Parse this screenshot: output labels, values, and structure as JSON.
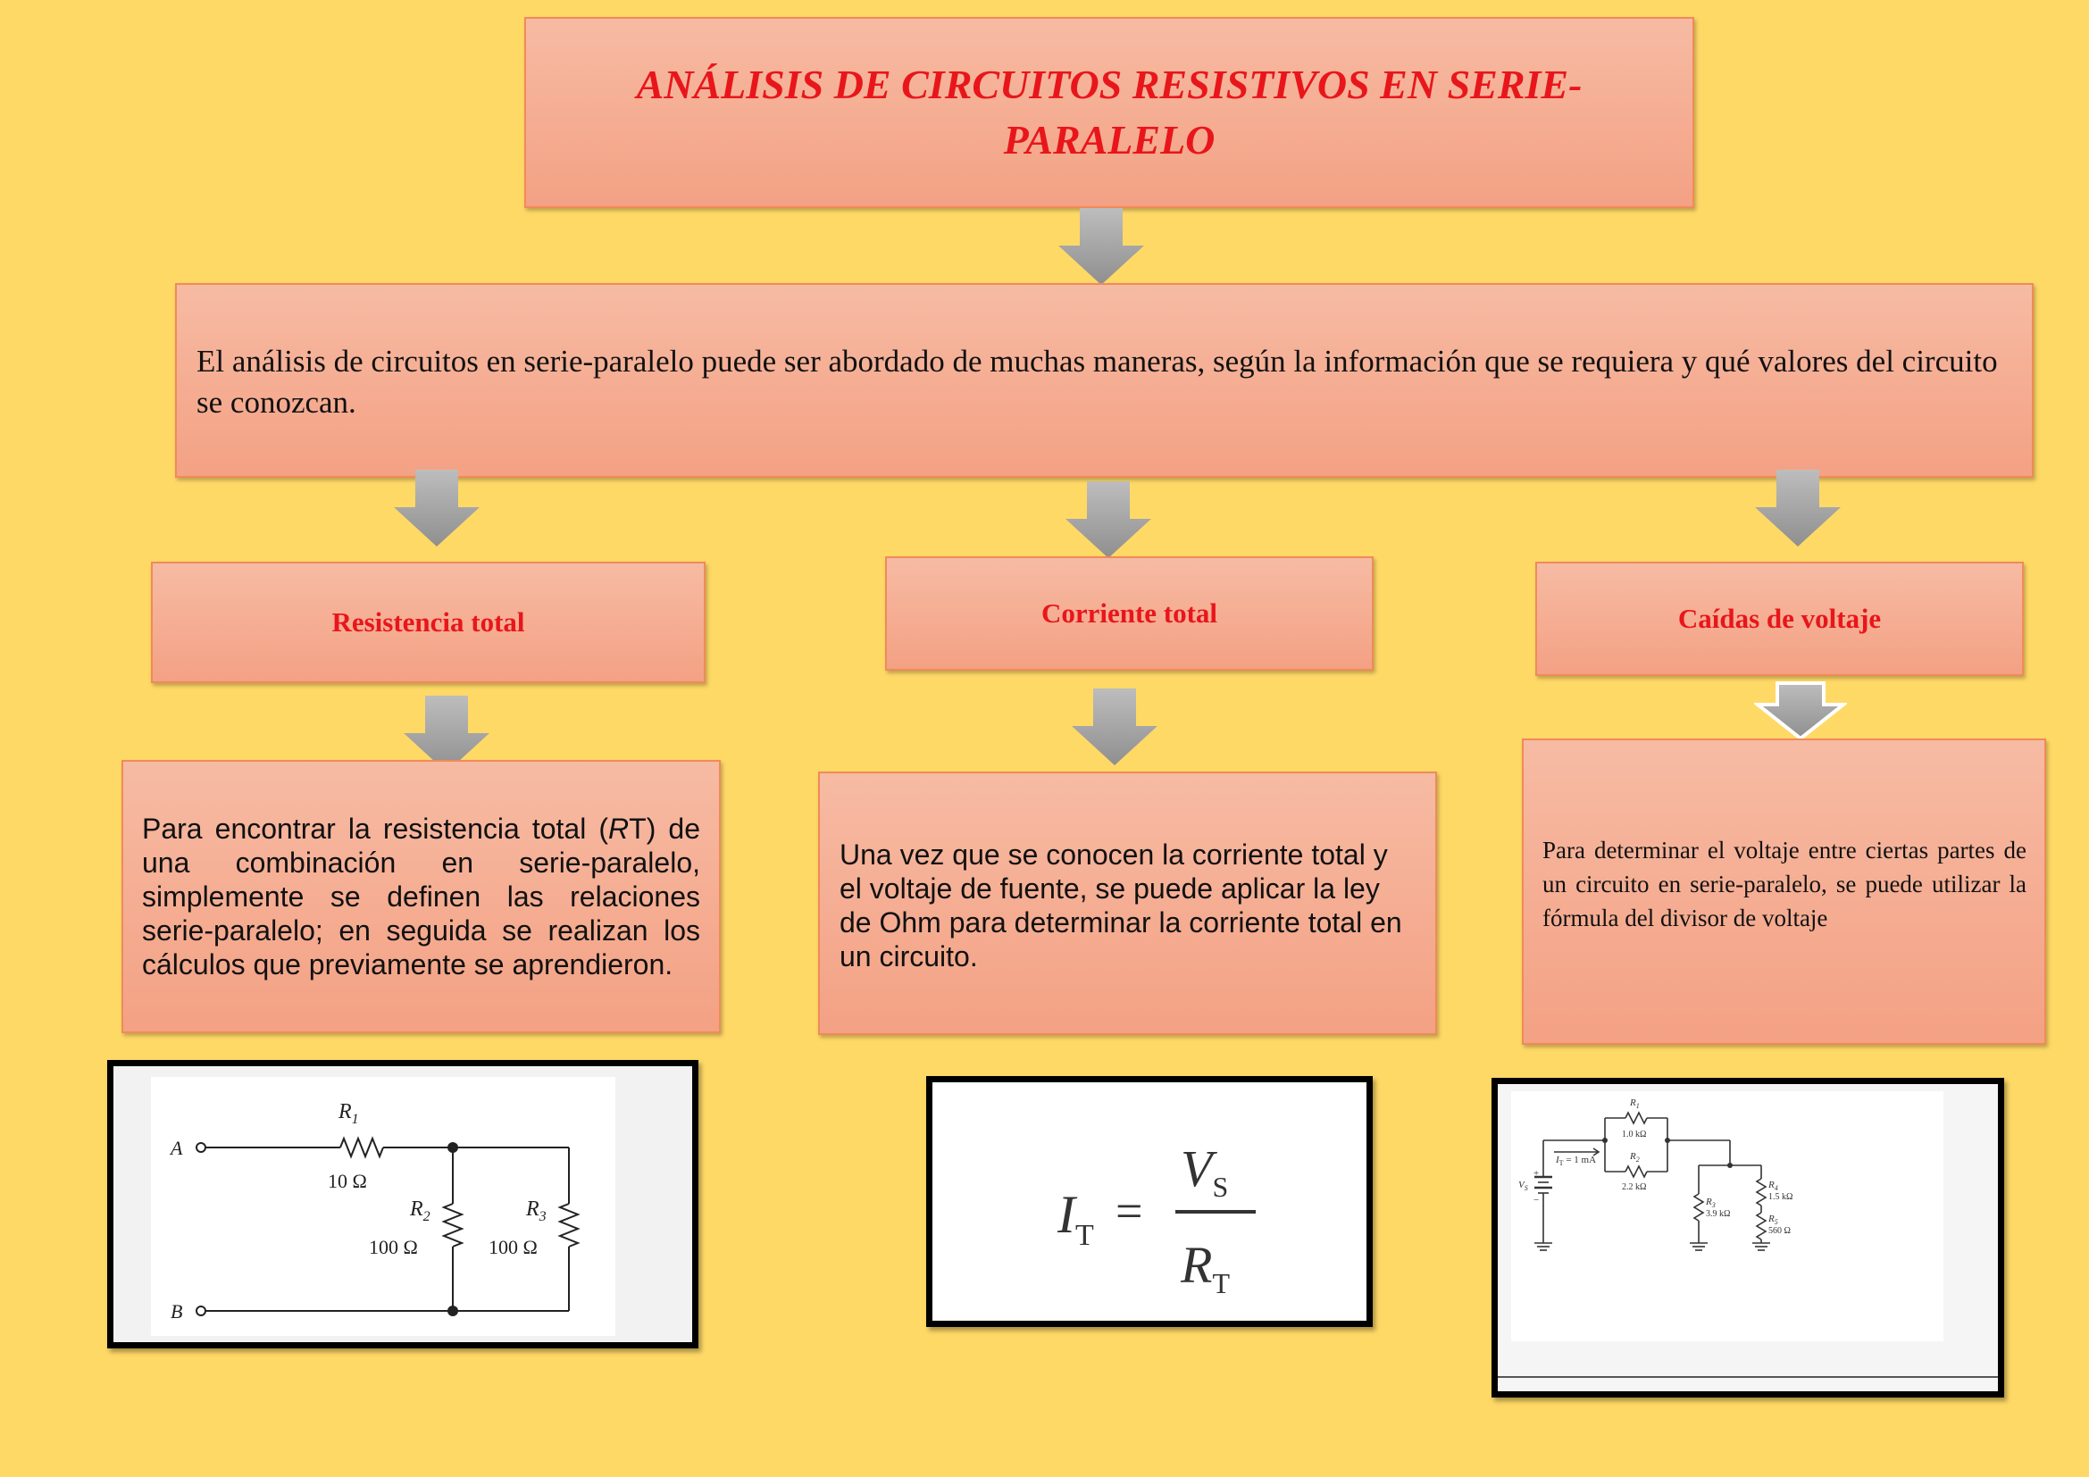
{
  "title": "ANÁLISIS DE CIRCUITOS RESISTIVOS EN SERIE-PARALELO",
  "intro": "El análisis de circuitos en serie-paralelo puede ser abordado de muchas maneras, según la información que se requiera y qué valores del circuito se conozcan.",
  "branches": [
    {
      "heading": "Resistencia total",
      "description_before_symbol": "Para encontrar la resistencia total (",
      "description_symbol": "R",
      "description_after_symbol": "T) de una combinación en serie-paralelo, simplemente se definen las relaciones serie-paralelo; en seguida se realizan los cálculos que previamente se aprendieron."
    },
    {
      "heading": "Corriente total",
      "description": "Una vez que se conocen la corriente total y el voltaje de fuente, se puede aplicar la ley de Ohm para determinar la corriente total en un circuito."
    },
    {
      "heading": "Caídas de voltaje",
      "description": "Para determinar el voltaje entre ciertas partes de un circuito en serie-paralelo, se puede utilizar la fórmula del divisor de voltaje"
    }
  ],
  "circuit1": {
    "node_a": "A",
    "node_b": "B",
    "r1_name": "R",
    "r1_sub": "1",
    "r1_value": "10 Ω",
    "r2_name": "R",
    "r2_sub": "2",
    "r2_value": "100 Ω",
    "r3_name": "R",
    "r3_sub": "3",
    "r3_value": "100 Ω"
  },
  "formula": {
    "lhs": "I",
    "lhs_sub": "T",
    "equals": "=",
    "num": "V",
    "num_sub": "S",
    "den": "R",
    "den_sub": "T"
  },
  "circuit3": {
    "source": "V",
    "source_sub": "S",
    "plus": "+",
    "minus": "−",
    "current_label": "I",
    "current_sub": "T",
    "current_value": " = 1 mA",
    "r1_name": "R",
    "r1_sub": "1",
    "r1_value": "1.0 kΩ",
    "r2_name": "R",
    "r2_sub": "2",
    "r2_value": "2.2 kΩ",
    "r3_name": "R",
    "r3_sub": "3",
    "r3_value": "3.9 kΩ",
    "r4_name": "R",
    "r4_sub": "4",
    "r4_value": "1.5 kΩ",
    "r5_name": "R",
    "r5_sub": "5",
    "r5_value": "560 Ω"
  },
  "colors": {
    "background": "#FFD966",
    "box_fill": "#F4A184",
    "box_border": "#F08A5A",
    "heading_red": "#E8161B",
    "arrow_gray": "#A6A6A6"
  }
}
